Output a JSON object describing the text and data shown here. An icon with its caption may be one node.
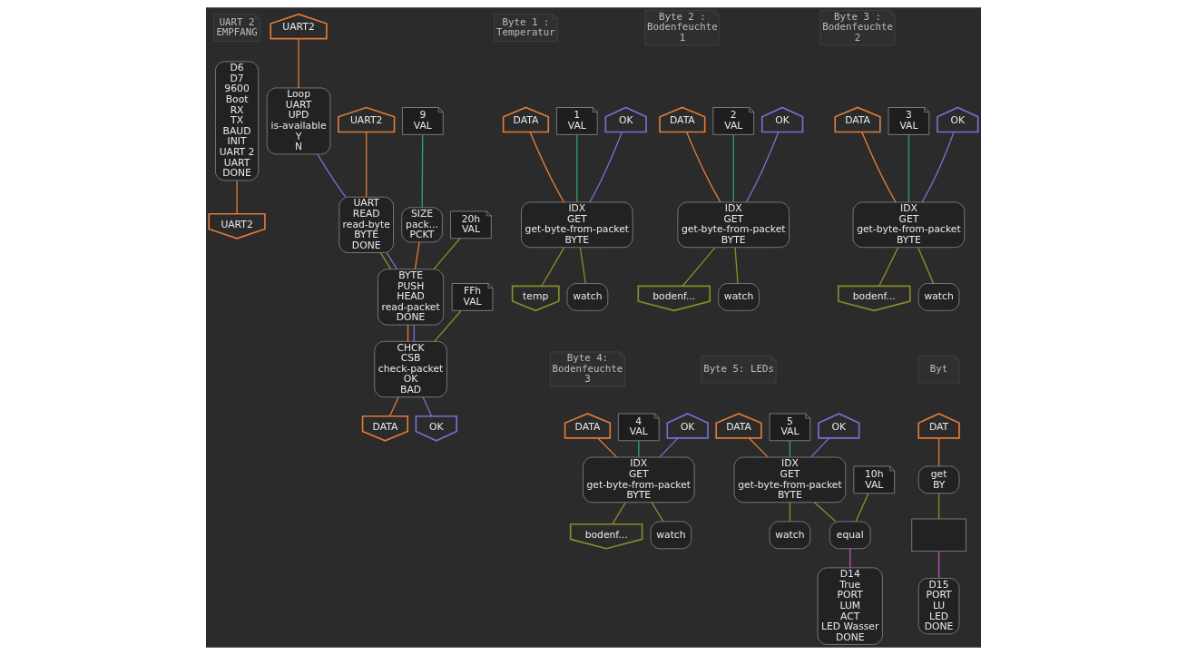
{
  "diagram": {
    "nodes": [
      {
        "text": [
          "UART 2 EMPFANG"
        ]
      },
      {
        "text": [
          "D6",
          "D7",
          "9600",
          "Boot",
          "RX",
          "TX",
          "BAUD",
          "INIT",
          "UART 2",
          "UART",
          "DONE"
        ]
      },
      {
        "text": [
          "UART2"
        ]
      },
      {
        "text": [
          "UART2"
        ]
      },
      {
        "text": [
          "Loop",
          "UART",
          "UPD",
          "is-available",
          "Y",
          "N"
        ]
      },
      {
        "text": [
          "UART2"
        ]
      },
      {
        "text": [
          "UART",
          "READ",
          "read-byte",
          "BYTE",
          "DONE"
        ]
      },
      {
        "text": [
          "9",
          "VAL"
        ]
      },
      {
        "text": [
          "SIZE",
          "pack...",
          "PCKT"
        ]
      },
      {
        "text": [
          "BYTE",
          "PUSH",
          "HEAD",
          "read-packet",
          "DONE"
        ]
      },
      {
        "text": [
          "20h",
          "VAL"
        ]
      },
      {
        "text": [
          "CHCK",
          "CSB",
          "check-packet",
          "OK",
          "BAD"
        ]
      },
      {
        "text": [
          "FFh",
          "VAL"
        ]
      },
      {
        "text": [
          "DATA"
        ]
      },
      {
        "text": [
          "OK"
        ]
      },
      {
        "text": [
          "Byte 1 : Temperatur"
        ]
      },
      {
        "text": [
          "Byte 2 : Bodenfeuchte 1"
        ]
      },
      {
        "text": [
          "Byte 3 : Bodenfeuchte 2"
        ]
      },
      {
        "text": [
          "Byte 4: Bodenfeuchte 3"
        ]
      },
      {
        "text": [
          "Byte 5: LEDs"
        ]
      },
      {
        "text": [
          "Byt"
        ]
      },
      {
        "text": [
          "DATA"
        ]
      },
      {
        "text": [
          "1",
          "VAL"
        ]
      },
      {
        "text": [
          "OK"
        ]
      },
      {
        "text": [
          "IDX",
          "GET",
          "get-byte-from-packet",
          "BYTE"
        ]
      },
      {
        "text": [
          "temp"
        ]
      },
      {
        "text": [
          "watch"
        ]
      },
      {
        "text": [
          "DATA"
        ]
      },
      {
        "text": [
          "2",
          "VAL"
        ]
      },
      {
        "text": [
          "OK"
        ]
      },
      {
        "text": [
          "IDX",
          "GET",
          "get-byte-from-packet",
          "BYTE"
        ]
      },
      {
        "text": [
          "bodenf..."
        ]
      },
      {
        "text": [
          "watch"
        ]
      },
      {
        "text": [
          "DATA"
        ]
      },
      {
        "text": [
          "3",
          "VAL"
        ]
      },
      {
        "text": [
          "OK"
        ]
      },
      {
        "text": [
          "IDX",
          "GET",
          "get-byte-from-packet",
          "BYTE"
        ]
      },
      {
        "text": [
          "bodenf..."
        ]
      },
      {
        "text": [
          "watch"
        ]
      },
      {
        "text": [
          "DATA"
        ]
      },
      {
        "text": [
          "4",
          "VAL"
        ]
      },
      {
        "text": [
          "OK"
        ]
      },
      {
        "text": [
          "IDX",
          "GET",
          "get-byte-from-packet",
          "BYTE"
        ]
      },
      {
        "text": [
          "bodenf..."
        ]
      },
      {
        "text": [
          "watch"
        ]
      },
      {
        "text": [
          "DATA"
        ]
      },
      {
        "text": [
          "5",
          "VAL"
        ]
      },
      {
        "text": [
          "OK"
        ]
      },
      {
        "text": [
          "IDX",
          "GET",
          "get-byte-from-packet",
          "BYTE"
        ]
      },
      {
        "text": [
          "10h",
          "VAL"
        ]
      },
      {
        "text": [
          "watch"
        ]
      },
      {
        "text": [
          "equal"
        ]
      },
      {
        "text": [
          "D14",
          "True",
          "PORT",
          "LUM",
          "ACT",
          "LED Wasser",
          "DONE"
        ]
      },
      {
        "text": [
          "DAT"
        ]
      },
      {
        "text": [
          "get",
          "BY"
        ]
      },
      {
        "text": [],
        "shape": "box"
      },
      {
        "text": [
          "D15",
          "PORT",
          "LU",
          "LED",
          "DONE"
        ]
      }
    ],
    "edges": [
      {
        "from": 1,
        "to": 2,
        "arrow": "none",
        "color": "#e07b39"
      },
      {
        "from": 3,
        "to": 4,
        "arrow": "none",
        "color": "#e07b39"
      },
      {
        "from": 4,
        "to": 6,
        "arrow": "none",
        "color": "#7a6fd0"
      },
      {
        "from": 5,
        "to": 6,
        "arrow": "none",
        "color": "#e07b39"
      },
      {
        "from": 6,
        "to": 9,
        "arrow": "none",
        "color": "#8b8b2a"
      },
      {
        "from": 6,
        "to": 9,
        "arrow": "none",
        "color": "#7a6fd0"
      },
      {
        "from": 7,
        "to": 8,
        "arrow": "none",
        "color": "#2f9e78"
      },
      {
        "from": 10,
        "to": 9,
        "arrow": "none",
        "color": "#8b8b2a"
      },
      {
        "from": 12,
        "to": 11,
        "arrow": "none",
        "color": "#8b8b2a"
      },
      {
        "from": 8,
        "to": 9,
        "arrow": "none",
        "color": "#e07b39"
      },
      {
        "from": 9,
        "to": 11,
        "arrow": "none",
        "color": "#e07b39"
      },
      {
        "from": 9,
        "to": 11,
        "arrow": "none",
        "color": "#7a6fd0"
      },
      {
        "from": 11,
        "to": 13,
        "arrow": "none",
        "color": "#e07b39"
      },
      {
        "from": 11,
        "to": 14,
        "arrow": "none",
        "color": "#7a6fd0"
      },
      {
        "from": 21,
        "to": 24,
        "arrow": "none",
        "color": "#e07b39"
      },
      {
        "from": 22,
        "to": 24,
        "arrow": "none",
        "color": "#2f9e78"
      },
      {
        "from": 23,
        "to": 24,
        "arrow": "none",
        "color": "#7a6fd0"
      },
      {
        "from": 24,
        "to": 25,
        "arrow": "none",
        "color": "#8b8b2a"
      },
      {
        "from": 24,
        "to": 26,
        "arrow": "none",
        "color": "#8b8b2a"
      },
      {
        "from": 27,
        "to": 30,
        "arrow": "none",
        "color": "#e07b39"
      },
      {
        "from": 28,
        "to": 30,
        "arrow": "none",
        "color": "#2f9e78"
      },
      {
        "from": 29,
        "to": 30,
        "arrow": "none",
        "color": "#7a6fd0"
      },
      {
        "from": 30,
        "to": 31,
        "arrow": "none",
        "color": "#8b8b2a"
      },
      {
        "from": 30,
        "to": 32,
        "arrow": "none",
        "color": "#8b8b2a"
      },
      {
        "from": 33,
        "to": 36,
        "arrow": "none",
        "color": "#e07b39"
      },
      {
        "from": 34,
        "to": 36,
        "arrow": "none",
        "color": "#2f9e78"
      },
      {
        "from": 35,
        "to": 36,
        "arrow": "none",
        "color": "#7a6fd0"
      },
      {
        "from": 36,
        "to": 37,
        "arrow": "none",
        "color": "#8b8b2a"
      },
      {
        "from": 36,
        "to": 38,
        "arrow": "none",
        "color": "#8b8b2a"
      },
      {
        "from": 39,
        "to": 42,
        "arrow": "none",
        "color": "#e07b39"
      },
      {
        "from": 40,
        "to": 42,
        "arrow": "none",
        "color": "#2f9e78"
      },
      {
        "from": 41,
        "to": 42,
        "arrow": "none",
        "color": "#7a6fd0"
      },
      {
        "from": 42,
        "to": 43,
        "arrow": "none",
        "color": "#8b8b2a"
      },
      {
        "from": 42,
        "to": 44,
        "arrow": "none",
        "color": "#8b8b2a"
      },
      {
        "from": 45,
        "to": 48,
        "arrow": "none",
        "color": "#e07b39"
      },
      {
        "from": 46,
        "to": 48,
        "arrow": "none",
        "color": "#2f9e78"
      },
      {
        "from": 47,
        "to": 48,
        "arrow": "none",
        "color": "#7a6fd0"
      },
      {
        "from": 48,
        "to": 51,
        "arrow": "none",
        "color": "#8b8b2a"
      },
      {
        "from": 48,
        "to": 50,
        "arrow": "none",
        "color": "#8b8b2a"
      },
      {
        "from": 49,
        "to": 51,
        "arrow": "none",
        "color": "#8b8b2a"
      },
      {
        "from": 51,
        "to": 52,
        "arrow": "none",
        "color": "#b455b4"
      },
      {
        "from": 53,
        "to": 54,
        "arrow": "none",
        "color": "#e07b39"
      },
      {
        "from": 54,
        "to": 55,
        "arrow": "none",
        "color": "#8b8b2a"
      },
      {
        "from": 55,
        "to": 56,
        "arrow": "none",
        "color": "#b455b4"
      }
    ]
  }
}
